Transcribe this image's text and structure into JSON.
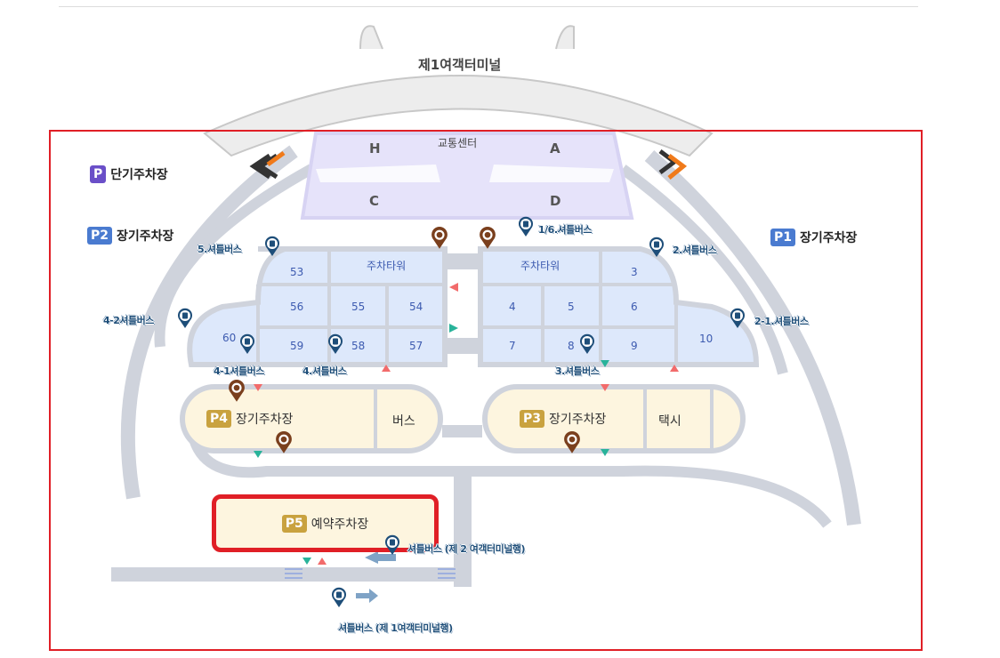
{
  "terminal": {
    "name": "제1여객터미널",
    "transport_center": "교통센터",
    "gates": [
      "H",
      "A",
      "C",
      "D"
    ]
  },
  "legend": {
    "short_term": {
      "badge": "P",
      "label": "단기주차장",
      "color": "#6a4fc8"
    },
    "p2": {
      "badge": "P2",
      "label": "장기주차장",
      "color": "#4a7bd0"
    },
    "p1": {
      "badge": "P1",
      "label": "장기주차장",
      "color": "#4a7bd0"
    }
  },
  "lots": {
    "left_tower": "주차타워",
    "right_tower": "주차타워",
    "left_zones": [
      "53",
      "56",
      "55",
      "54",
      "60",
      "59",
      "58",
      "57"
    ],
    "right_zones": [
      "3",
      "4",
      "5",
      "6",
      "7",
      "8",
      "9",
      "10"
    ],
    "p4": {
      "badge": "P4",
      "label": "장기주차장",
      "side": "버스"
    },
    "p3": {
      "badge": "P3",
      "label": "장기주차장",
      "side": "택시"
    },
    "p5": {
      "badge": "P5",
      "label": "예약주차장",
      "highlighted": true
    },
    "badge_color": "#c9a23f"
  },
  "shuttle_stops": {
    "s5": "5.셔틀버스",
    "s16": "1/6.셔틀버스",
    "s2": "2.셔틀버스",
    "s42": "4-2셔틀버스",
    "s21": "2-1.셔틀버스",
    "s41": "4-1셔틀버스",
    "s4": "4.셔틀버스",
    "s3": "3.셔틀버스",
    "to_t2": "셔틀버스 (제 2 여객터미널행)",
    "to_t1": "셔틀버스 (제 1여객터미널행)"
  },
  "colors": {
    "road": "#cfd3dc",
    "lot_blue": "#dde8fb",
    "lot_yellow": "#fdf5df",
    "terminal_purple": "#e6e3fa",
    "pin_brown": "#7a3f1d",
    "pin_blue": "#1e4e79",
    "highlight_red": "#e01f26",
    "arrow_orange": "#f07a1a"
  }
}
